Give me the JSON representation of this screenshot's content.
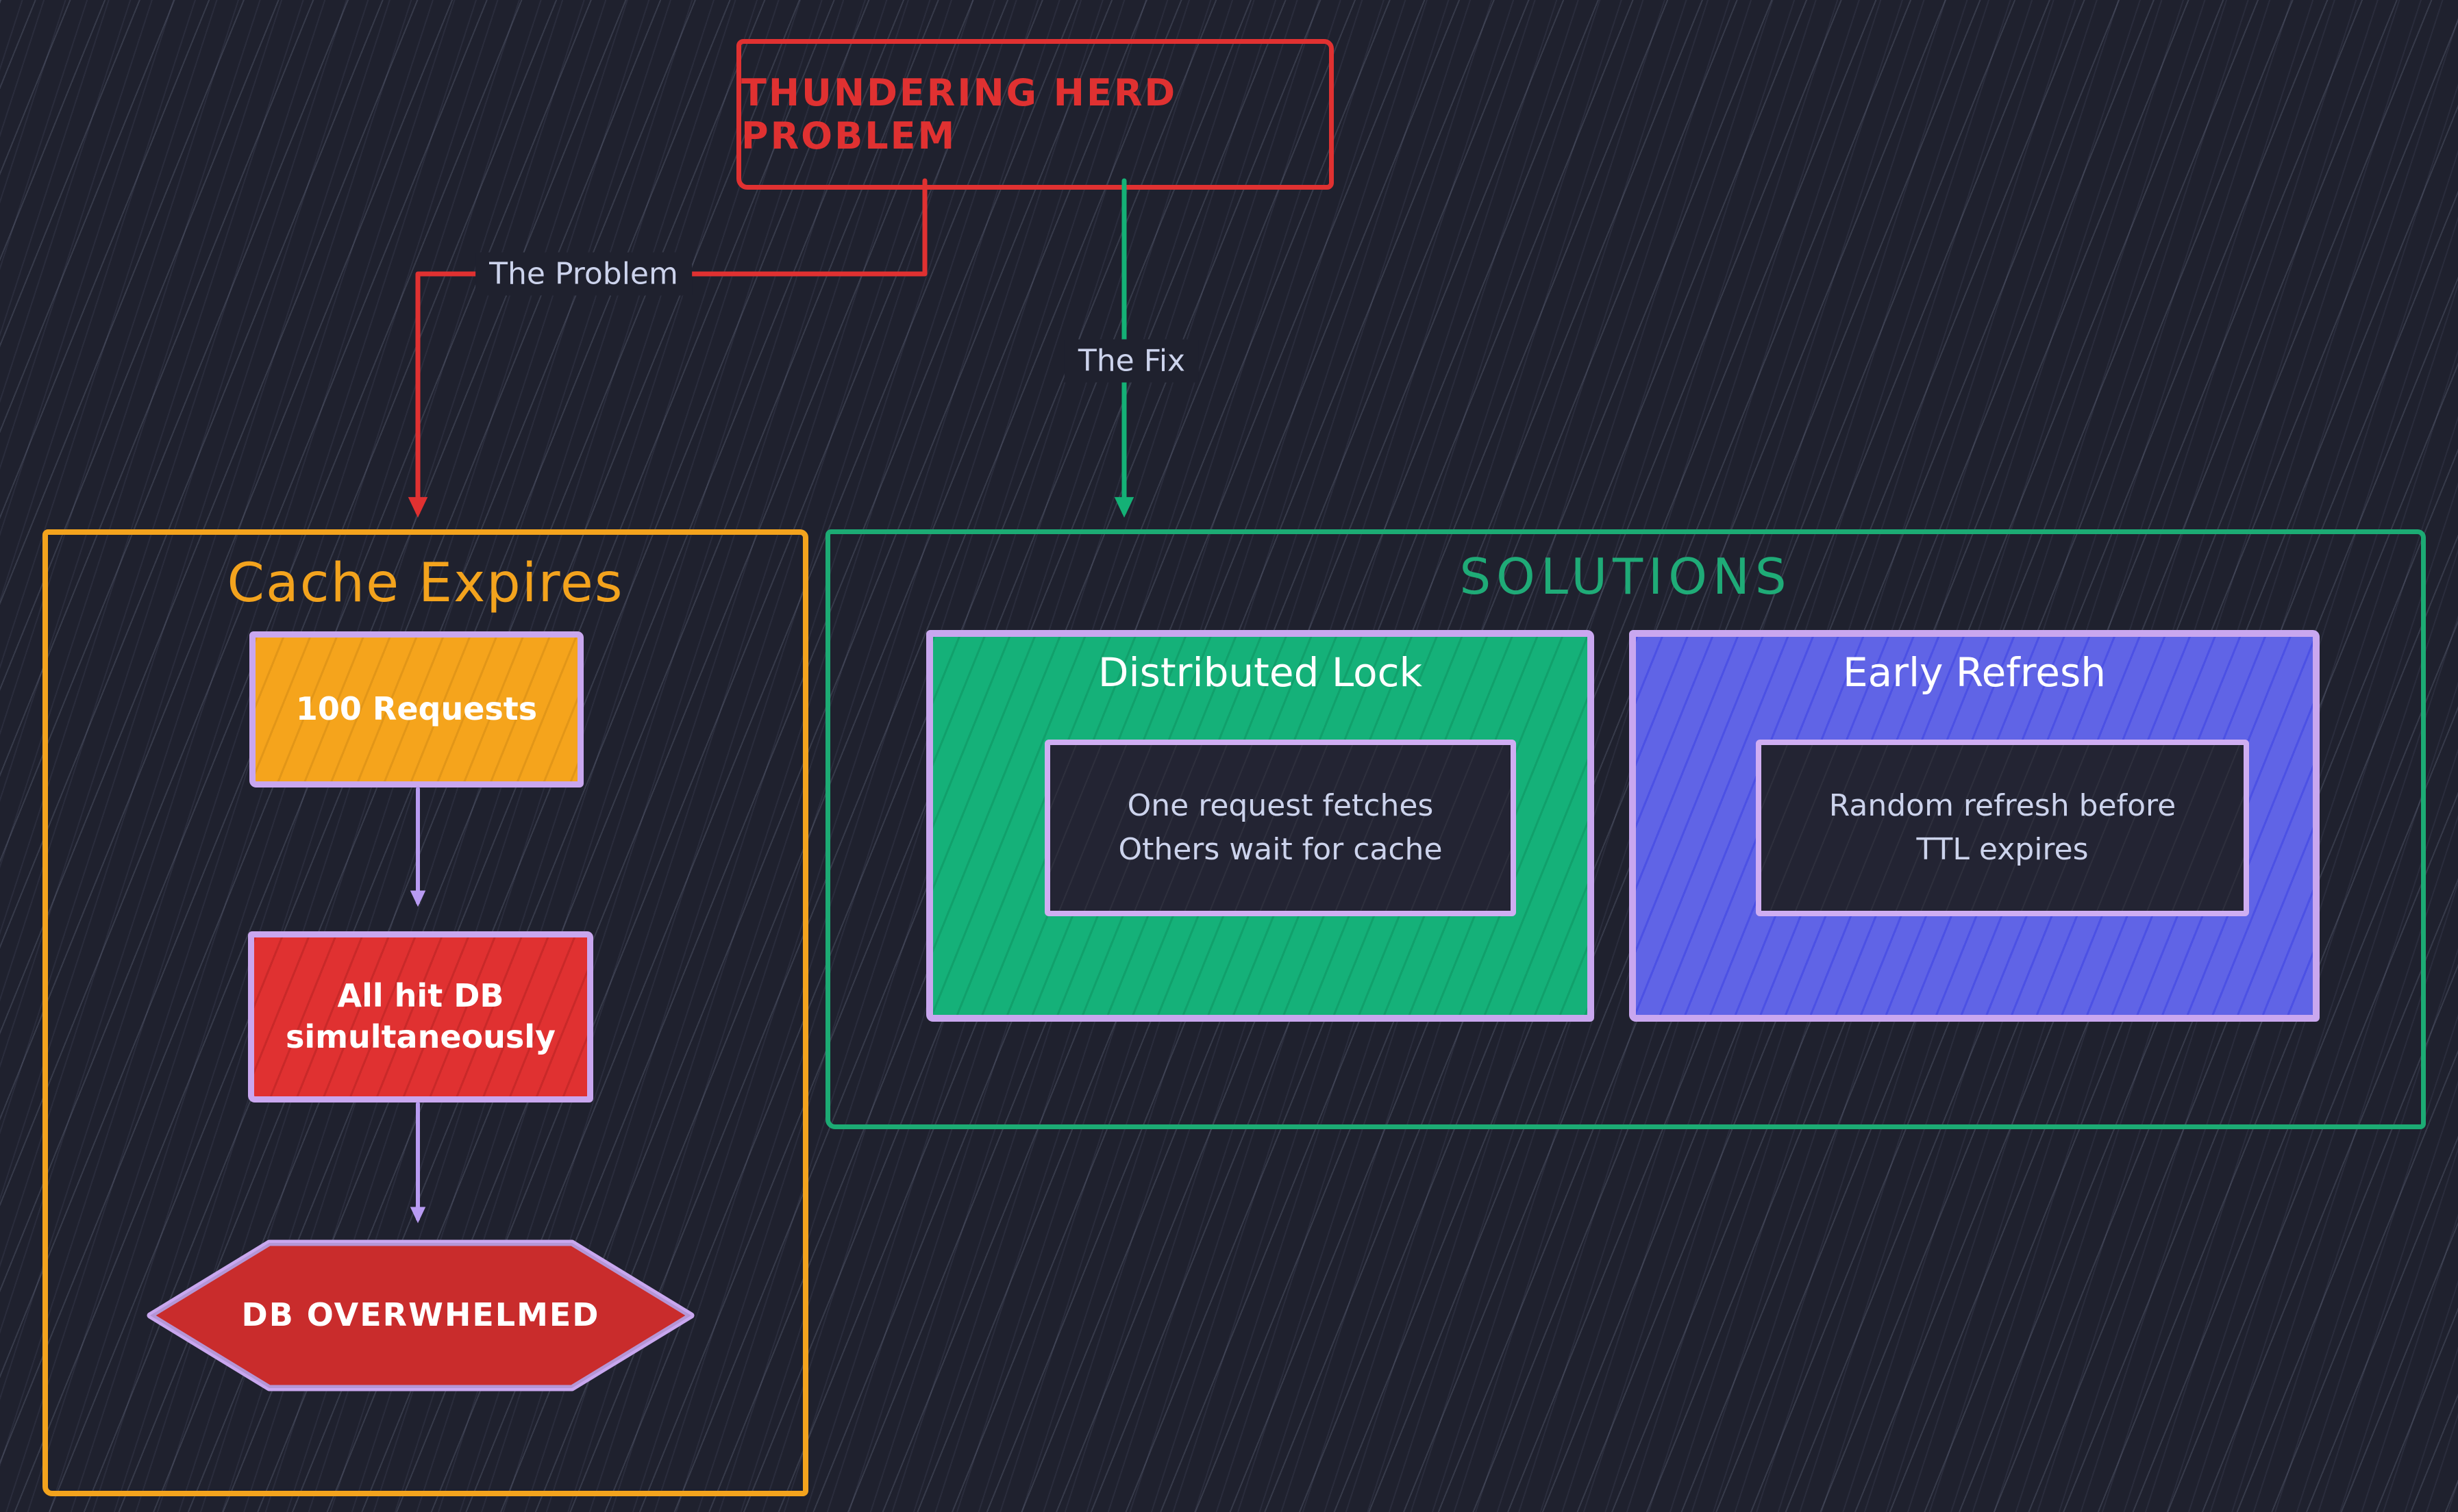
{
  "canvas": {
    "background": "#1f212e"
  },
  "header": {
    "title": "THUNDERING HERD PROBLEM",
    "color": "#e03131"
  },
  "edges": {
    "problem": {
      "label": "The Problem",
      "color": "#e03131"
    },
    "fix": {
      "label": "The Fix",
      "color": "#14b176"
    }
  },
  "cache_panel": {
    "title": "Cache Expires",
    "accent": "#f3a31d",
    "connector_color": "#b89bf2",
    "nodes": {
      "requests": {
        "label": "100 Requests",
        "fill": "#f5a41c"
      },
      "all_hit_db": {
        "label": "All hit DB\nsimultaneously",
        "fill": "#e03131"
      },
      "db_overwhelmed": {
        "label": "DB OVERWHELMED",
        "fill": "#e03131"
      }
    }
  },
  "solutions_panel": {
    "title": "SOLUTIONS",
    "accent": "#1cab74",
    "cards": [
      {
        "title": "Distributed Lock",
        "fill": "#15b179",
        "note": "One request fetches\nOthers wait for cache"
      },
      {
        "title": "Early Refresh",
        "fill": "#6064e6",
        "note": "Random refresh before\nTTL expires"
      }
    ]
  },
  "style": {
    "node_border": "#c9a7ef",
    "note_background": "#232433",
    "text_light": "#ccd3ec",
    "text_white": "#ffffff"
  }
}
